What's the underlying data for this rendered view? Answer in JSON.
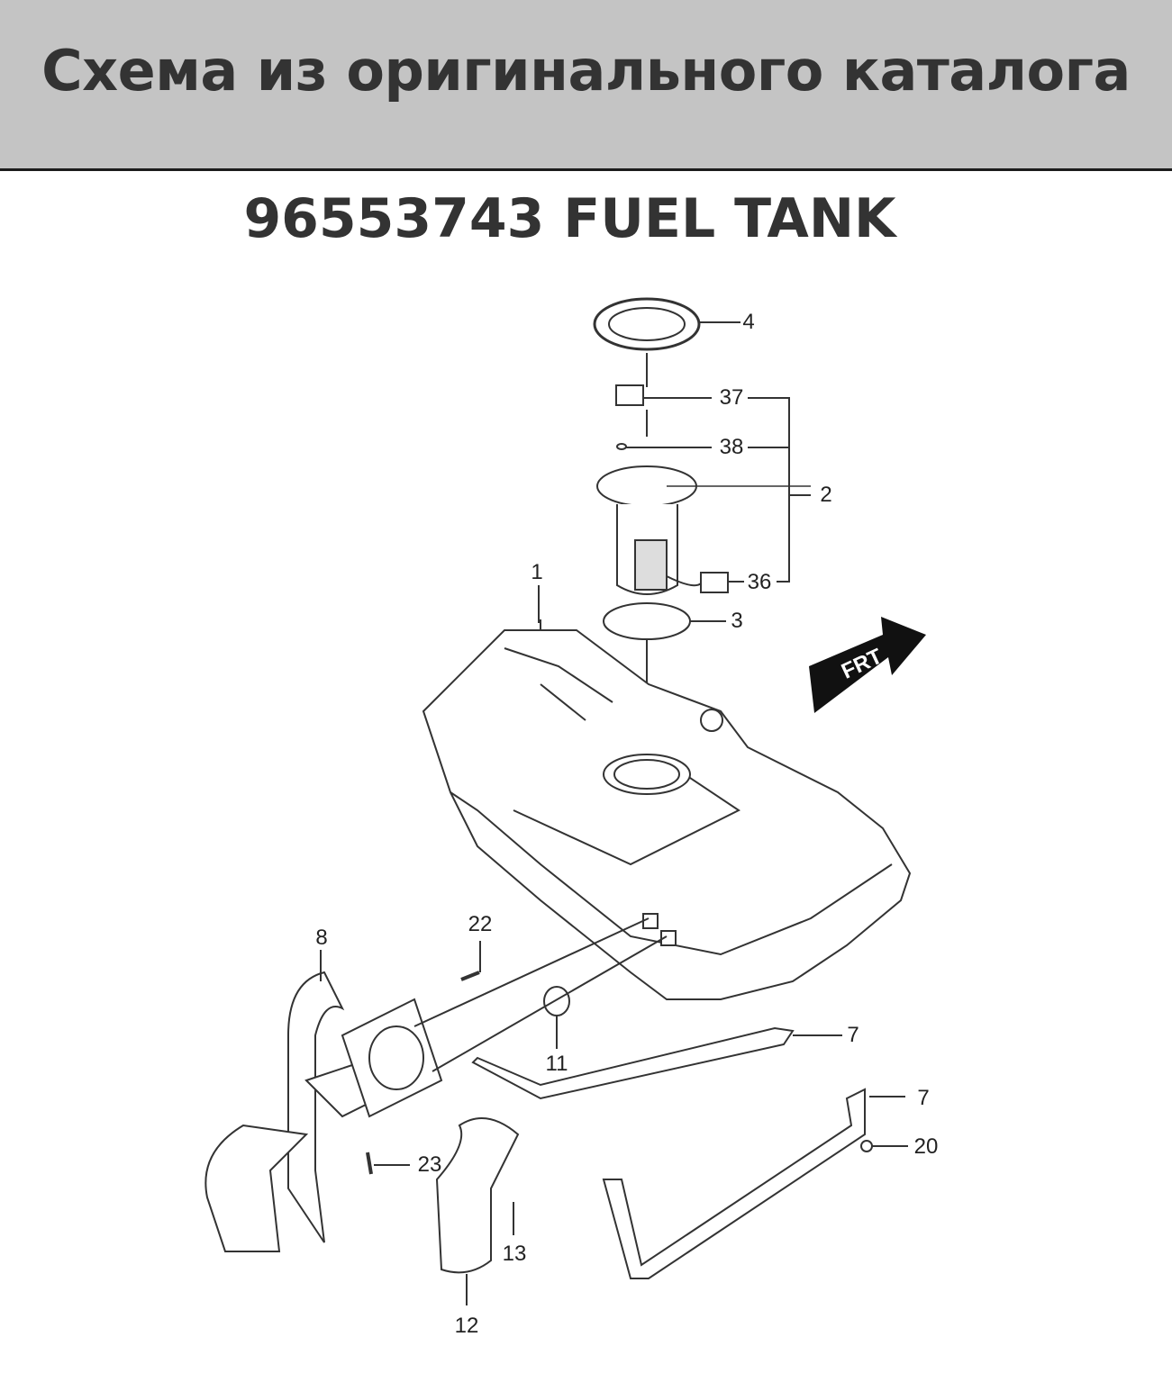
{
  "header": {
    "title": "Схема из оригинального каталога"
  },
  "subtitle": "96553743 FUEL TANK",
  "direction_badge": "FRT",
  "callouts": {
    "p4": "4",
    "p37": "37",
    "p38": "38",
    "p2": "2",
    "p36": "36",
    "p1": "1",
    "p3": "3",
    "p8": "8",
    "p22": "22",
    "p11": "11",
    "p7a": "7",
    "p7b": "7",
    "p20": "20",
    "p23": "23",
    "p13": "13",
    "p12": "12"
  },
  "colors": {
    "header_bg": "#c4c4c4",
    "header_rule": "#1c1c1c",
    "text": "#333333"
  }
}
